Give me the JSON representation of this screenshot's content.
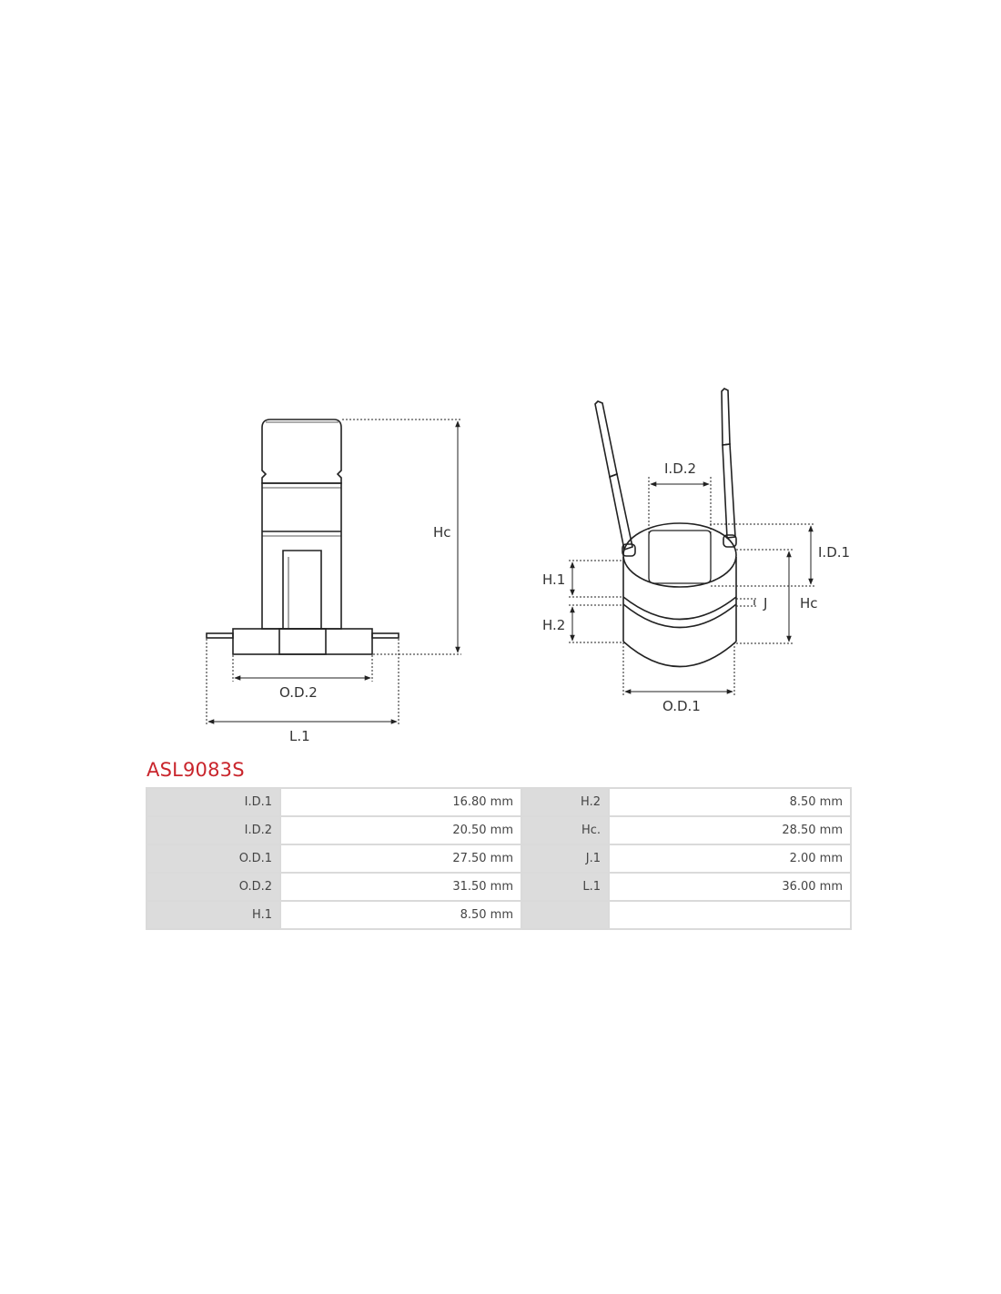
{
  "drawing_labels": {
    "left_hc": "Hc",
    "left_od2": "O.D.2",
    "left_l1": "L.1",
    "right_id2": "I.D.2",
    "right_id1": "I.D.1",
    "right_h1": "H.1",
    "right_h2": "H.2",
    "right_j": "J",
    "right_hc": "Hc",
    "right_od1": "O.D.1"
  },
  "part_number": "ASL9083S",
  "specs": [
    {
      "k1": "I.D.1",
      "v1": "16.80 mm",
      "k2": "H.2",
      "v2": "8.50 mm"
    },
    {
      "k1": "I.D.2",
      "v1": "20.50 mm",
      "k2": "Hc.",
      "v2": "28.50 mm"
    },
    {
      "k1": "O.D.1",
      "v1": "27.50 mm",
      "k2": "J.1",
      "v2": "2.00 mm"
    },
    {
      "k1": "O.D.2",
      "v1": "31.50 mm",
      "k2": "L.1",
      "v2": "36.00 mm"
    },
    {
      "k1": "H.1",
      "v1": "8.50 mm",
      "k2": "",
      "v2": ""
    }
  ]
}
